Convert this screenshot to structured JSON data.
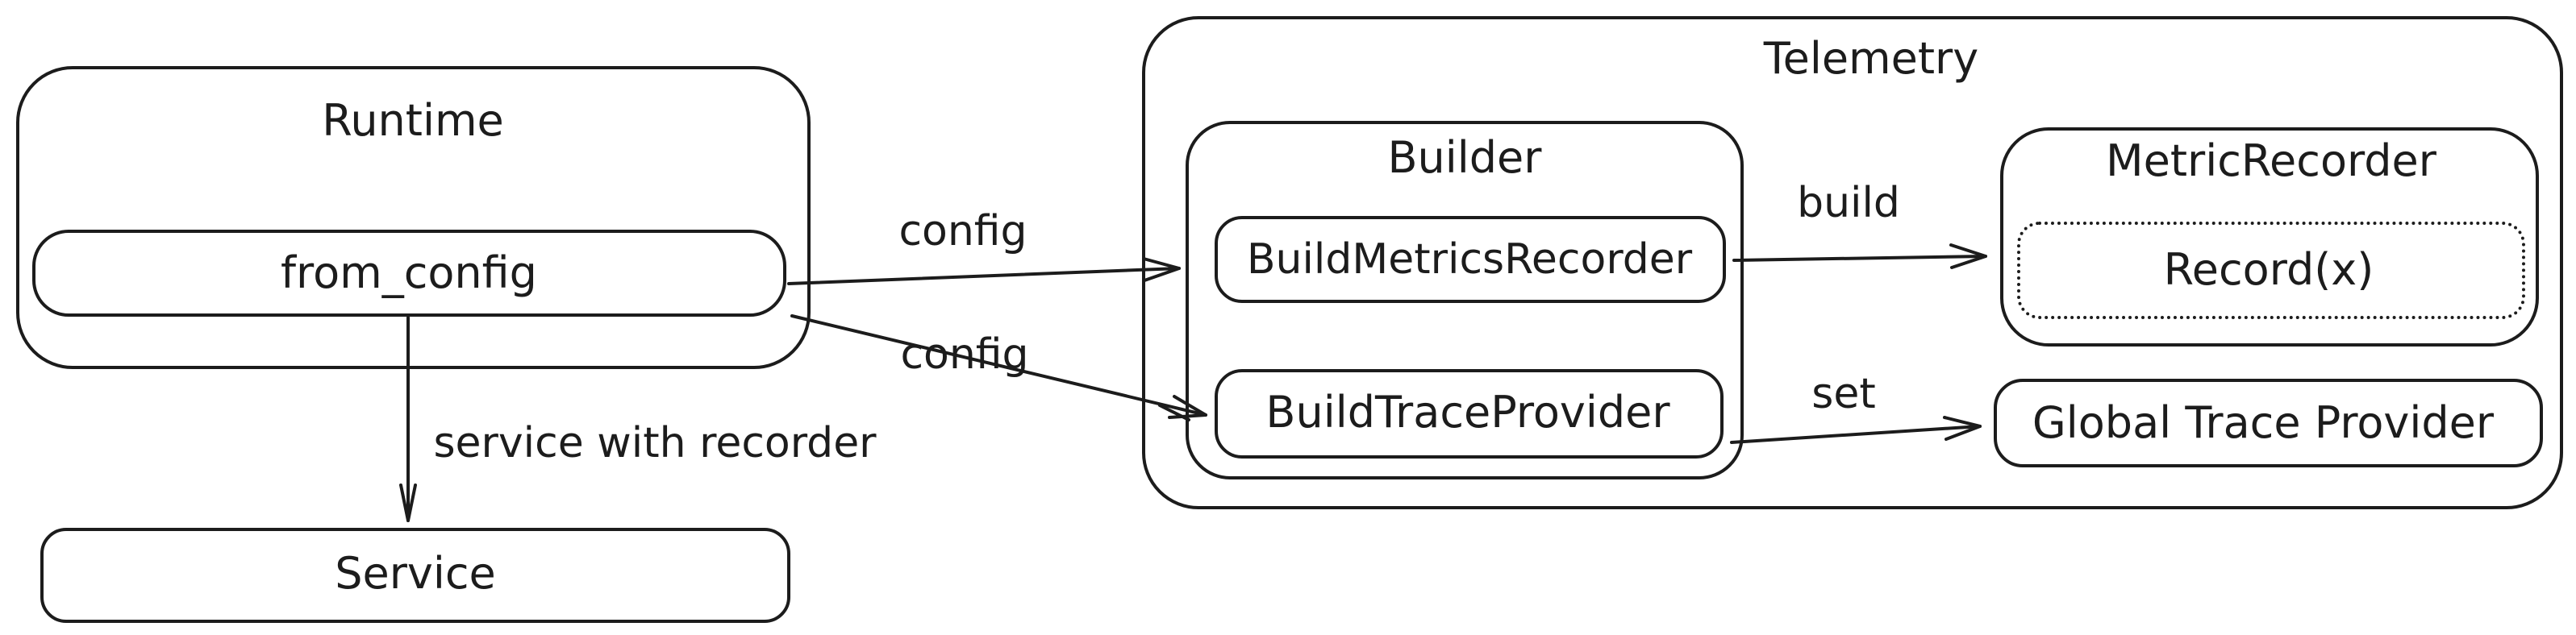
{
  "canvas": {
    "background": "#ffffff",
    "stroke_color": "#1c1c1c"
  },
  "nodes": {
    "runtime": {
      "label": "Runtime"
    },
    "from_config": {
      "label": "from_config"
    },
    "service": {
      "label": "Service"
    },
    "telemetry": {
      "label": "Telemetry"
    },
    "builder": {
      "label": "Builder"
    },
    "build_metrics_recorder": {
      "label": "BuildMetricsRecorder"
    },
    "build_trace_provider": {
      "label": "BuildTraceProvider"
    },
    "metric_recorder": {
      "label": "MetricRecorder"
    },
    "record_x": {
      "label": "Record(x)"
    },
    "global_trace_provider": {
      "label": "Global Trace Provider"
    }
  },
  "edges": {
    "config_to_metrics": {
      "label": "config"
    },
    "config_to_trace": {
      "label": "config"
    },
    "build": {
      "label": "build"
    },
    "set": {
      "label": "set"
    },
    "service_with_recorder": {
      "label": "service with recorder"
    }
  }
}
